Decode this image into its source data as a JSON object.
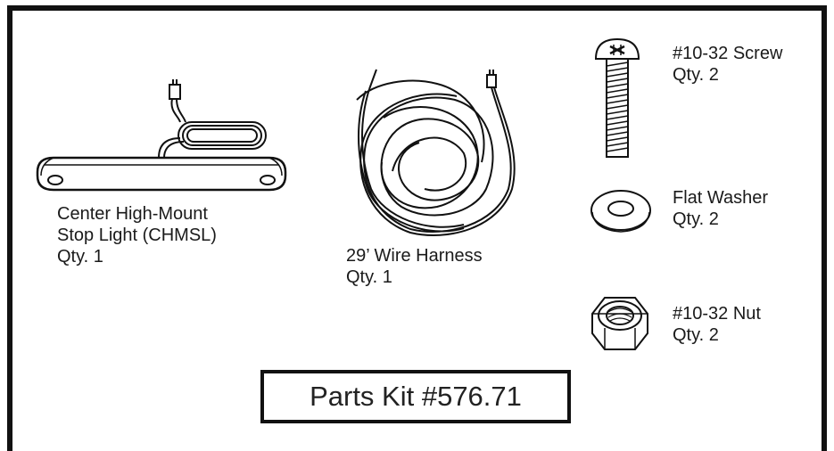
{
  "parts": {
    "chmsl": {
      "line1": "Center High-Mount",
      "line2": "Stop Light (CHMSL)",
      "qty": "Qty. 1"
    },
    "harness": {
      "name": "29’ Wire Harness",
      "qty": "Qty. 1"
    },
    "screw": {
      "name": "#10-32 Screw",
      "qty": "Qty. 2"
    },
    "washer": {
      "name": "Flat Washer",
      "qty": "Qty. 2"
    },
    "nut": {
      "name": "#10-32 Nut",
      "qty": "Qty. 2"
    }
  },
  "kit": {
    "title": "Parts Kit #576.71"
  },
  "icons": [
    "stop-light-icon",
    "wire-harness-icon",
    "screw-icon",
    "flat-washer-icon",
    "hex-nut-icon"
  ]
}
